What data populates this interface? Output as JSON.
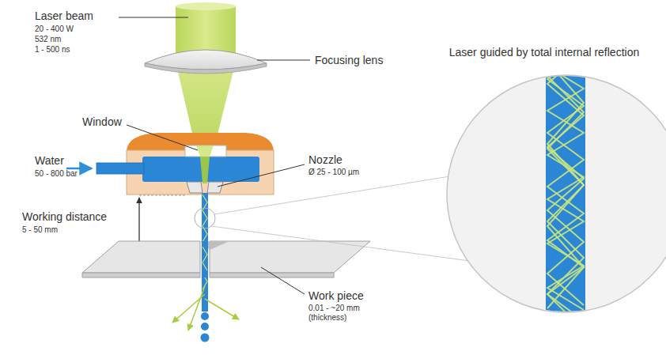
{
  "diagram": {
    "labels": [
      "Laser beam",
      "20 - 400 W",
      "532 nm",
      "1 - 500 ns",
      "Focusing lens",
      "Window",
      "Water",
      "50 - 800 bar",
      "Nozzle",
      "Ø 25 - 100 µm",
      "Working distance",
      "5 - 50 mm",
      "Work piece",
      "0.01 - ~20 mm",
      "(thickness)",
      "Laser guided by total internal reflection"
    ]
  }
}
